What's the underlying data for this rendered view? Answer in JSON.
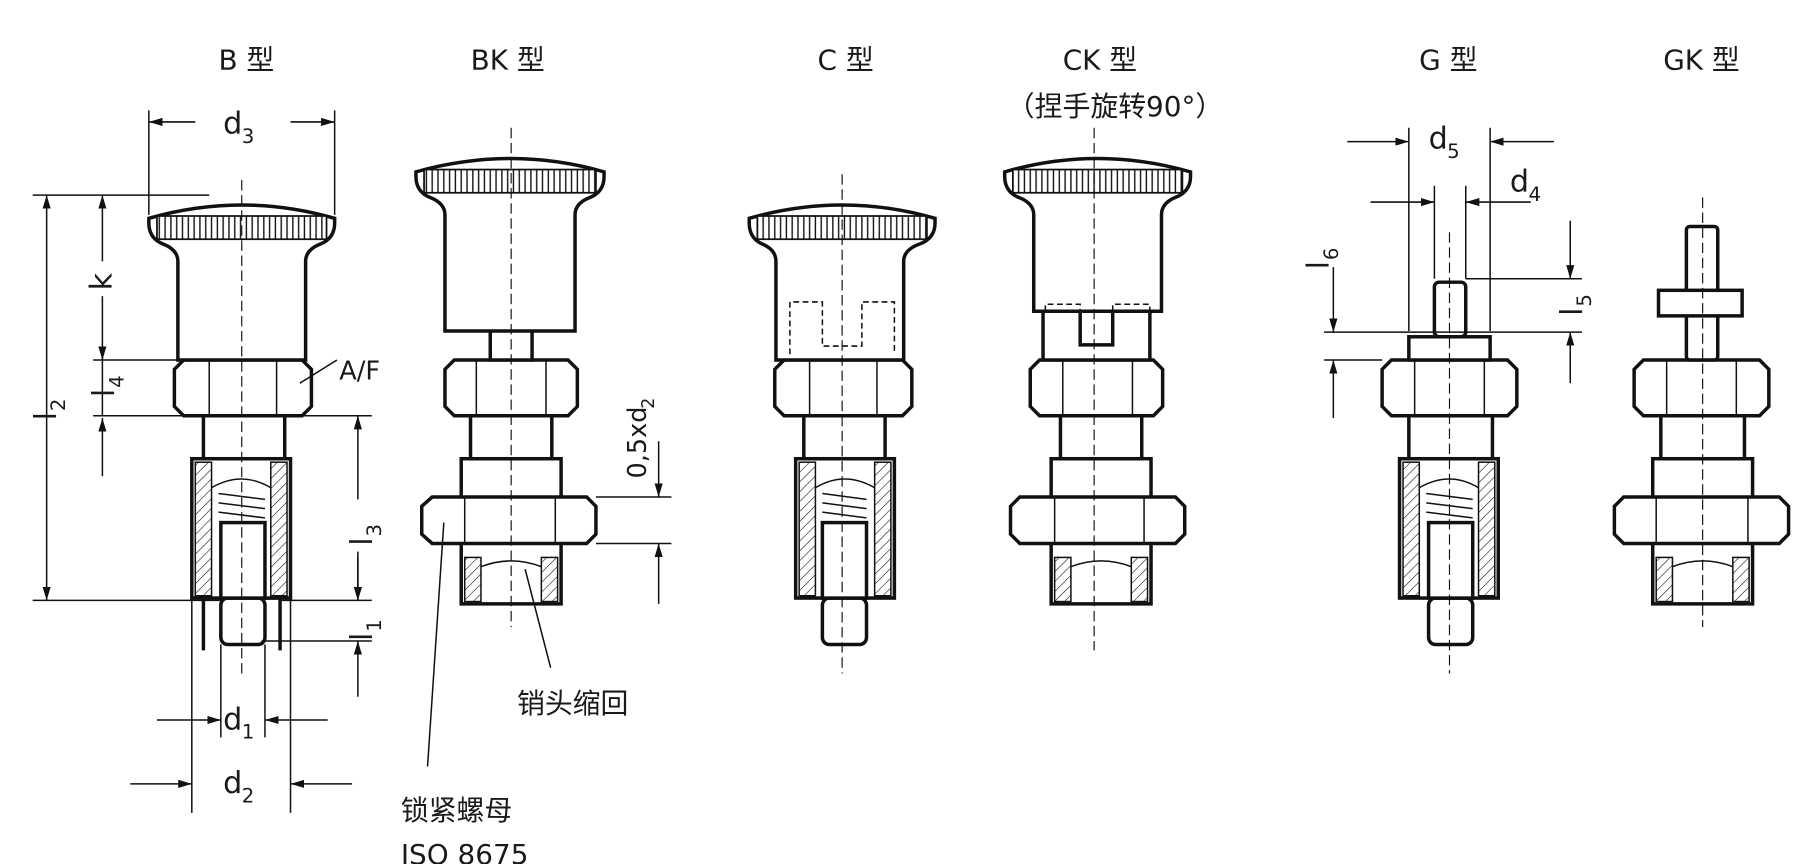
{
  "titles": {
    "b": "B 型",
    "bk": "BK 型",
    "c": "C 型",
    "ck": "CK 型",
    "ck_note": "（捏手旋转90°）",
    "g": "G 型",
    "gk": "GK 型"
  },
  "dimensions": {
    "d3": "d",
    "d3_sub": "3",
    "k": "k",
    "l2": "l",
    "l2_sub": "2",
    "l4": "l",
    "l4_sub": "4",
    "af": "A/F",
    "l3": "l",
    "l3_sub": "3",
    "l1": "l",
    "l1_sub": "1",
    "d1": "d",
    "d1_sub": "1",
    "d2": "d",
    "d2_sub": "2",
    "half_d2": "0,5xd",
    "half_d2_sub": "2",
    "d5": "d",
    "d5_sub": "5",
    "d4": "d",
    "d4_sub": "4",
    "l6": "l",
    "l6_sub": "6",
    "l5": "l",
    "l5_sub": "5"
  },
  "callouts": {
    "retracted": "销头缩回",
    "locknut": "锁紧螺母",
    "locknut_std": "ISO 8675"
  }
}
